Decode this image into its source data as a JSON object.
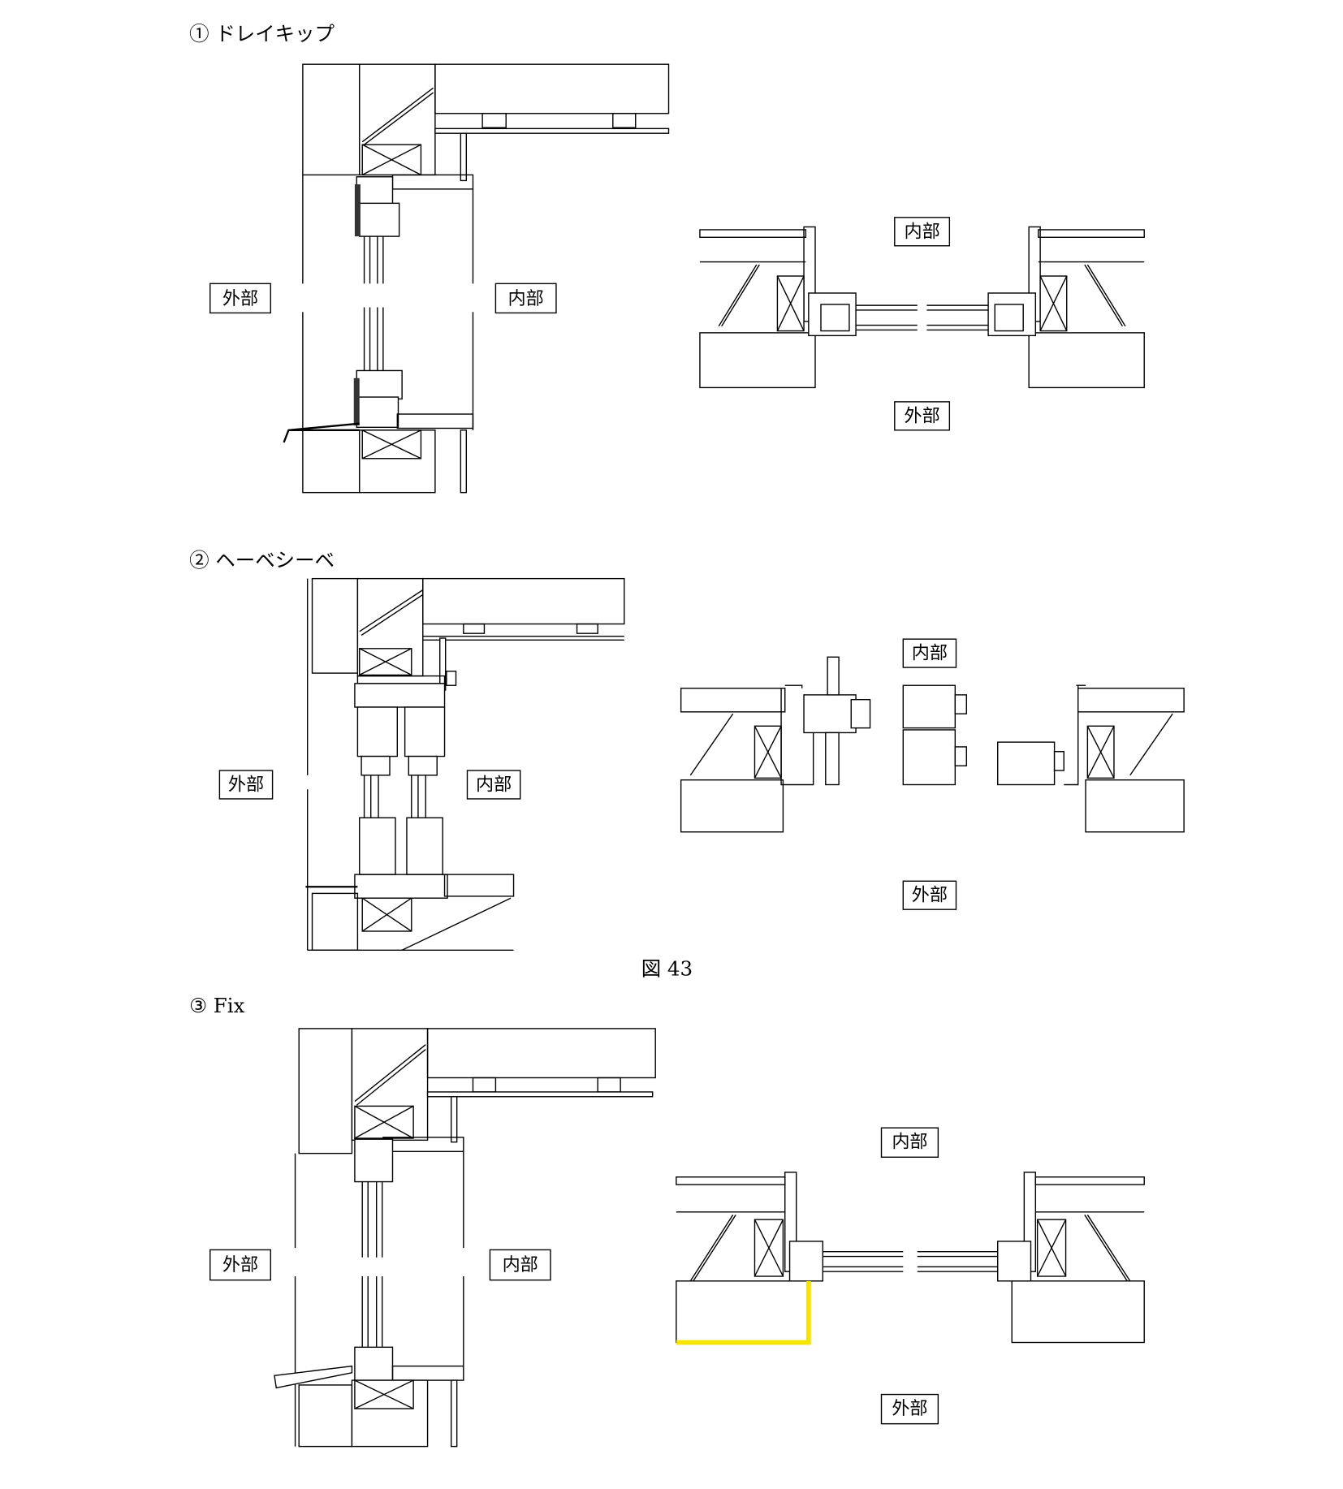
{
  "figure_caption": "図 43",
  "sections": [
    {
      "title": "① ドレイキップ",
      "section_labels": {
        "exterior": "外部",
        "interior": "内部"
      },
      "plan_labels": {
        "interior": "内部",
        "exterior": "外部"
      }
    },
    {
      "title": "② ヘーベシーベ",
      "section_labels": {
        "exterior": "外部",
        "interior": "内部"
      },
      "plan_labels": {
        "interior": "内部",
        "exterior": "外部"
      }
    },
    {
      "title": "③ Fix",
      "section_labels": {
        "exterior": "外部",
        "interior": "内部"
      },
      "plan_labels": {
        "interior": "内部",
        "exterior": "外部"
      }
    }
  ],
  "colors": {
    "line": "#000000",
    "highlight": "#f5e400"
  }
}
